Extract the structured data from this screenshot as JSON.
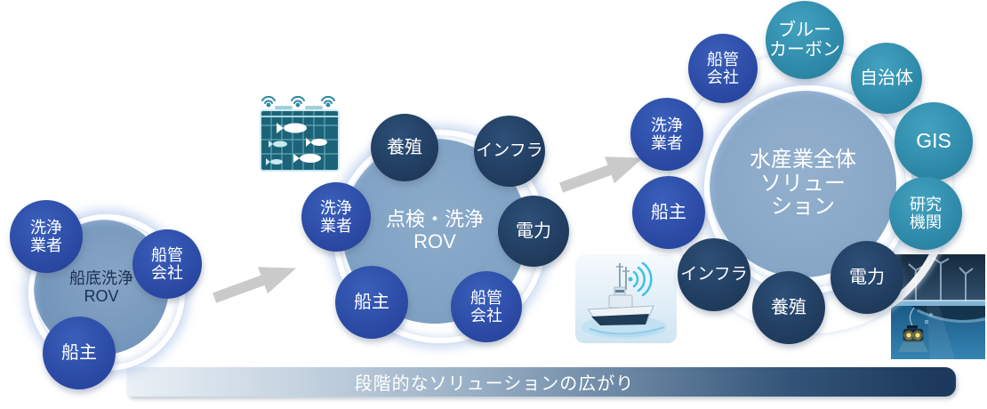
{
  "footer": {
    "label": "段階的なソリューションの広がり"
  },
  "clusters": [
    {
      "name": "stage1-hull-cleaning-rov",
      "center": {
        "label": "船底洗浄\nROV"
      },
      "satellites": [
        {
          "label": "洗浄\n業者"
        },
        {
          "label": "船管\n会社"
        },
        {
          "label": "船主"
        }
      ]
    },
    {
      "name": "stage2-inspection-cleaning-rov",
      "center": {
        "label": "点検・洗浄\nROV"
      },
      "satellites": [
        {
          "label": "養殖"
        },
        {
          "label": "インフラ"
        },
        {
          "label": "電力"
        },
        {
          "label": "船管\n会社"
        },
        {
          "label": "船主"
        },
        {
          "label": "洗浄\n業者"
        }
      ]
    },
    {
      "name": "stage3-fisheries-total-solution",
      "center": {
        "label": "水産業全体\nソリュー\nション"
      },
      "satellites": [
        {
          "label": "船管\n会社"
        },
        {
          "label": "ブルー\nカーボン"
        },
        {
          "label": "自治体"
        },
        {
          "label": "GIS"
        },
        {
          "label": "研究\n機関"
        },
        {
          "label": "電力"
        },
        {
          "label": "養殖"
        },
        {
          "label": "インフラ"
        },
        {
          "label": "船主"
        },
        {
          "label": "洗浄\n業者"
        }
      ]
    }
  ],
  "icons": {
    "fish_cage": "fish-cage-icon",
    "ship": "ship-signal-icon",
    "underwater": "underwater-rov-icon",
    "arrow": "arrow-right-icon"
  },
  "colors": {
    "royal_blue": "#2b4aa4",
    "dark_navy": "#203c5e",
    "teal": "#2d88a7",
    "center_steel_blue": "#84a5c6",
    "bar_gradient_start": "#eaf0f6",
    "bar_gradient_end": "#1d3a5e",
    "arrow_gray": "#cacaca"
  }
}
